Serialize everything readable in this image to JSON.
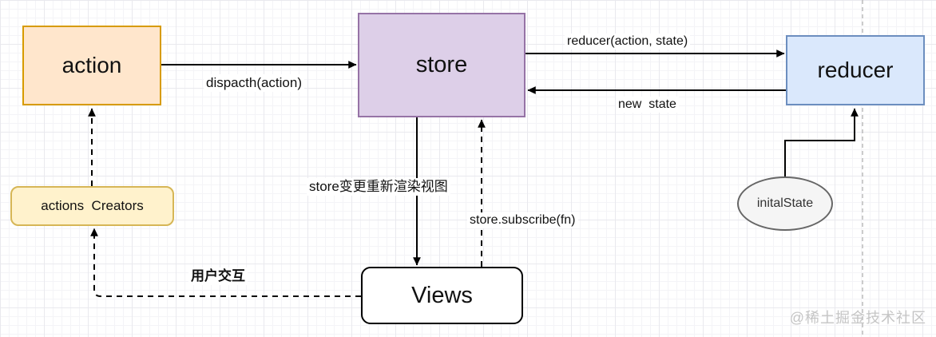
{
  "diagram": {
    "nodes": {
      "action": {
        "label": "action"
      },
      "store": {
        "label": "store"
      },
      "reducer": {
        "label": "reducer"
      },
      "actions_creators": {
        "label": "actions  Creators"
      },
      "inital_state": {
        "label": "initalState"
      },
      "views": {
        "label": "Views"
      }
    },
    "edge_labels": {
      "dispatch": "dispacth(action)",
      "reducer_call": "reducer(action, state)",
      "new_state": "new  state",
      "rerender": "store变更重新渲染视图",
      "subscribe": "store.subscribe(fn)",
      "user_interaction": "用户交互"
    },
    "colors": {
      "action_fill": "#ffe6cc",
      "action_stroke": "#d79b00",
      "store_fill": "#ddcfe8",
      "store_stroke": "#9673a6",
      "reducer_fill": "#dae8fc",
      "reducer_stroke": "#6c8ebf",
      "creators_fill": "#fff2cc",
      "creators_stroke": "#d6b656",
      "inital_state_fill": "#f5f5f5",
      "inital_state_stroke": "#666666",
      "views_fill": "#ffffff",
      "views_stroke": "#000000",
      "edge": "#000000",
      "page_divider": "#bbbbbb",
      "watermark": "#c5c5c5"
    }
  },
  "watermark": {
    "text": "@稀土掘金技术社区"
  }
}
